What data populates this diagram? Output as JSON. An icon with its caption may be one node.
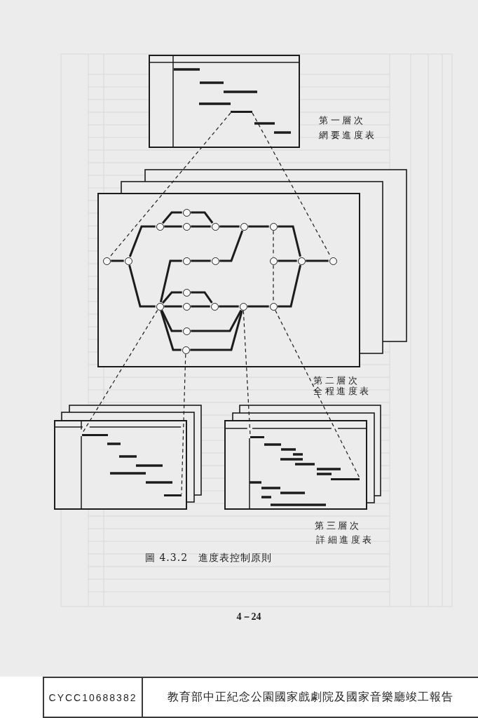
{
  "diagram": {
    "caption": "圖 4.3.2　進度表控制原則",
    "nodes": [
      {
        "text": [],
        "shape": "box",
        "beside": [
          "第一層次",
          "網要進度表"
        ]
      },
      {
        "text": [],
        "shape": "bar",
        "in": 0
      },
      {
        "text": [],
        "shape": "box",
        "beside": [
          "第二層次",
          "全程進度表"
        ]
      },
      {
        "text": [],
        "shape": "circle",
        "in": 2
      },
      {
        "text": [],
        "shape": "circle",
        "in": 2
      },
      {
        "text": [],
        "shape": "circle",
        "in": 2
      },
      {
        "text": [],
        "shape": "circle",
        "in": 2
      },
      {
        "text": [],
        "shape": "circle",
        "in": 2
      },
      {
        "text": [],
        "shape": "circle",
        "in": 2
      },
      {
        "text": [],
        "shape": "circle",
        "in": 2
      },
      {
        "text": [],
        "shape": "circle",
        "in": 2
      },
      {
        "text": [],
        "shape": "circle",
        "in": 2
      },
      {
        "text": [],
        "shape": "circle",
        "in": 2
      },
      {
        "text": [],
        "shape": "circle",
        "in": 2
      },
      {
        "text": [],
        "shape": "circle",
        "in": 2
      },
      {
        "text": [],
        "shape": "circle",
        "in": 2
      },
      {
        "text": [],
        "shape": "circle",
        "in": 2
      },
      {
        "text": [],
        "shape": "circle",
        "in": 2
      },
      {
        "text": [],
        "shape": "circle",
        "in": 2
      },
      {
        "text": [],
        "shape": "circle",
        "in": 2
      },
      {
        "text": [],
        "shape": "circle",
        "in": 2
      },
      {
        "text": [],
        "shape": "circle",
        "in": 2
      },
      {
        "text": [],
        "shape": "circle",
        "in": 2
      },
      {
        "text": [],
        "shape": "circle",
        "in": 2
      },
      {
        "text": [],
        "shape": "box"
      },
      {
        "text": [],
        "shape": "bar",
        "in": 24
      },
      {
        "text": [],
        "shape": "bar",
        "in": 24
      },
      {
        "text": [],
        "shape": "box"
      },
      {
        "text": [],
        "shape": "bar",
        "in": 27
      },
      {
        "text": [],
        "shape": "bar",
        "in": 27
      }
    ],
    "edges": [
      {
        "from": 1,
        "to": 9,
        "arrow": "none",
        "style": "dashed"
      },
      {
        "from": 1,
        "to": 15,
        "arrow": "none",
        "style": "dashed"
      },
      {
        "from": 9,
        "to": 10,
        "arrow": "none"
      },
      {
        "from": 10,
        "to": 4,
        "arrow": "none"
      },
      {
        "from": 10,
        "to": 17,
        "arrow": "none"
      },
      {
        "from": 4,
        "to": 3,
        "arrow": "none"
      },
      {
        "from": 4,
        "to": 5,
        "arrow": "none"
      },
      {
        "from": 3,
        "to": 6,
        "arrow": "none"
      },
      {
        "from": 5,
        "to": 6,
        "arrow": "none"
      },
      {
        "from": 6,
        "to": 7,
        "arrow": "none"
      },
      {
        "from": 7,
        "to": 8,
        "arrow": "none"
      },
      {
        "from": 8,
        "to": 14,
        "arrow": "none"
      },
      {
        "from": 8,
        "to": 13,
        "arrow": "none",
        "style": "dashed"
      },
      {
        "from": 17,
        "to": 11,
        "arrow": "none"
      },
      {
        "from": 11,
        "to": 12,
        "arrow": "none"
      },
      {
        "from": 12,
        "to": 7,
        "arrow": "none"
      },
      {
        "from": 13,
        "to": 14,
        "arrow": "none"
      },
      {
        "from": 14,
        "to": 15,
        "arrow": "none"
      },
      {
        "from": 17,
        "to": 16,
        "arrow": "none"
      },
      {
        "from": 16,
        "to": 19,
        "arrow": "none"
      },
      {
        "from": 17,
        "to": 18,
        "arrow": "none"
      },
      {
        "from": 18,
        "to": 19,
        "arrow": "none"
      },
      {
        "from": 19,
        "to": 20,
        "arrow": "none"
      },
      {
        "from": 20,
        "to": 21,
        "arrow": "none"
      },
      {
        "from": 21,
        "to": 14,
        "arrow": "none"
      },
      {
        "from": 13,
        "to": 21,
        "arrow": "none",
        "style": "dashed"
      },
      {
        "from": 17,
        "to": 22,
        "arrow": "none"
      },
      {
        "from": 22,
        "to": 20,
        "arrow": "none"
      },
      {
        "from": 17,
        "to": 23,
        "arrow": "none"
      },
      {
        "from": 23,
        "to": 20,
        "arrow": "none"
      },
      {
        "from": 17,
        "to": 25,
        "arrow": "none",
        "style": "dashed"
      },
      {
        "from": 23,
        "to": 26,
        "arrow": "none",
        "style": "dashed"
      },
      {
        "from": 20,
        "to": 28,
        "arrow": "none",
        "style": "dashed"
      },
      {
        "from": 21,
        "to": 29,
        "arrow": "none",
        "style": "dashed"
      }
    ],
    "labels": [
      "第三層次",
      "詳細進度表",
      "4－24",
      "CYCC10688382",
      "教育部中正紀念公園國家戲劇院及國家音樂廳竣工報告"
    ]
  }
}
